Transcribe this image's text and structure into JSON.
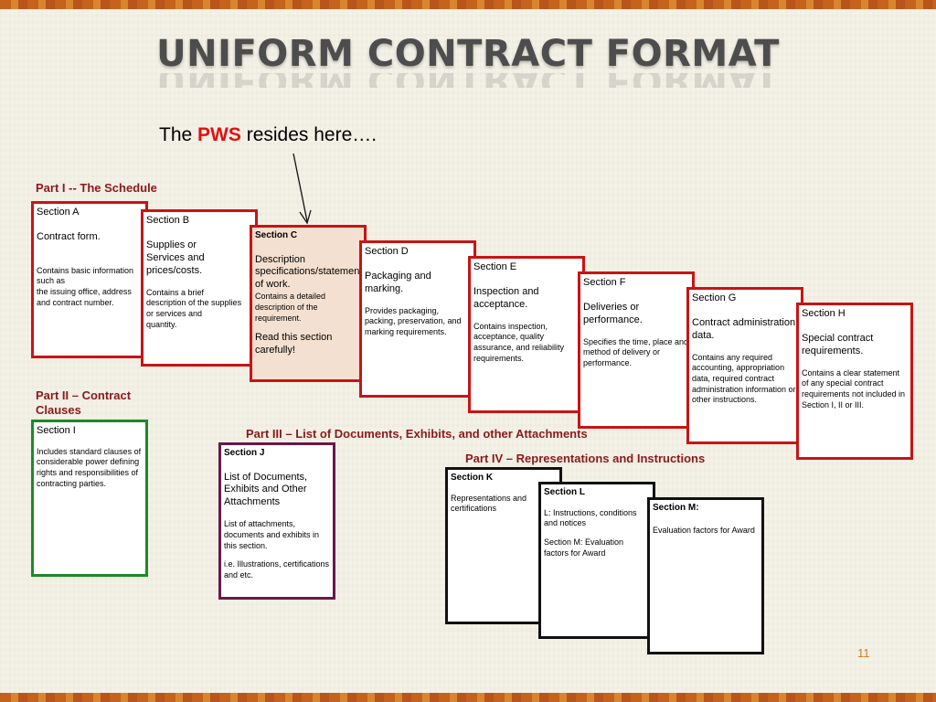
{
  "slide": {
    "title": "UNIFORM CONTRACT FORMAT",
    "page_number": "11"
  },
  "callout": {
    "prefix": "The ",
    "highlight": "PWS",
    "suffix": " resides here…."
  },
  "parts": {
    "p1": "Part I -- The Schedule",
    "p2": "Part II – Contract\nClauses",
    "p3": "Part III – List of Documents, Exhibits, and other Attachments",
    "p4": "Part IV – Representations and Instructions"
  },
  "sections": {
    "a": {
      "title": "Section A",
      "main": "Contract form.",
      "detail": "Contains basic information such as\nthe issuing office, address and contract number."
    },
    "b": {
      "title": "Section B",
      "main": "Supplies or\nServices and\nprices/costs.",
      "detail": "Contains a brief\ndescription of the supplies\nor services and\nquantity."
    },
    "c": {
      "title": "Section C",
      "main": "Description\nspecifications/statement of work.",
      "detail": "Contains a detailed description of the requirement.",
      "note": "Read this section carefully!"
    },
    "d": {
      "title": "Section D",
      "main": "Packaging and marking.",
      "detail": "Provides packaging, packing, preservation, and marking requirements."
    },
    "e": {
      "title": "Section E",
      "main": "Inspection and acceptance.",
      "detail": "Contains inspection, acceptance, quality assurance, and reliability requirements."
    },
    "f": {
      "title": "Section F",
      "main": "Deliveries or performance.",
      "detail": "Specifies the time, place and method of delivery or performance."
    },
    "g": {
      "title": "Section G",
      "main": "Contract administration data.",
      "detail": "Contains any required accounting, appropriation data, required contract administration information or other instructions."
    },
    "h": {
      "title": "Section H",
      "main": "Special contract requirements.",
      "detail": "Contains a clear statement of any special contract requirements not included in Section I, II or III."
    },
    "i": {
      "title": "Section I",
      "detail": "Includes standard clauses of considerable  power defining rights and responsibilities of contracting parties."
    },
    "j": {
      "title": "Section J",
      "main": "List of Documents, Exhibits and Other Attachments",
      "detail": "List of attachments, documents and exhibits in this section.",
      "note": "i.e. Illustrations, certifications and etc."
    },
    "k": {
      "title": "Section K",
      "detail": "Representations and certifications"
    },
    "l": {
      "title": "Section L",
      "main": "L: Instructions, conditions and notices",
      "detail": "Section M: Evaluation factors for Award"
    },
    "m": {
      "title": "Section M:",
      "detail": "Evaluation factors for Award"
    }
  },
  "colors": {
    "red_border": "#c81414",
    "green_border": "#1b8a2a",
    "plum_border": "#6a1848",
    "black_border": "#111111",
    "part_label": "#8a1a1a",
    "pws_highlight": "#e01010"
  }
}
